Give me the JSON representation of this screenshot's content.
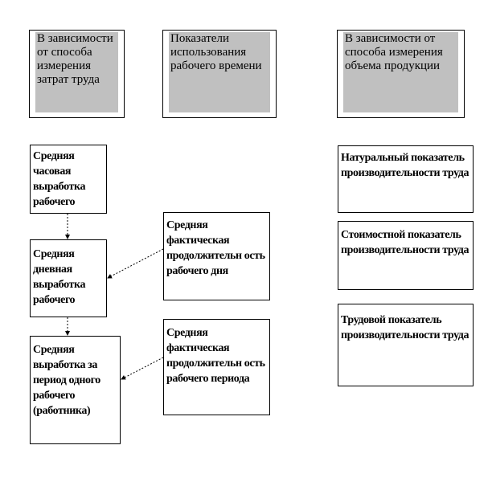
{
  "headers": {
    "left": "В зависимости от способа измерения затрат труда",
    "middle": "Показатели использования рабочего времени",
    "right": "В зависимости от способа измерения объема продукции"
  },
  "left_column": {
    "hourly_output": "Средняя часовая выработка рабочего",
    "daily_output": "Средняя дневная выработка рабочего",
    "period_output": "Средняя выработка за период одного рабочего (работника)"
  },
  "middle_column": {
    "workday_duration": "Средняя фактическая продолжительн ость рабочего дня",
    "work_period_duration": "Средняя фактическая продолжительн ость рабочего периода"
  },
  "right_column": {
    "natural_indicator": "Натуральный показатель производительности труда",
    "cost_indicator": "Стоимостной показатель производительности труда",
    "labor_indicator": "Трудовой показатель производительности труда"
  }
}
